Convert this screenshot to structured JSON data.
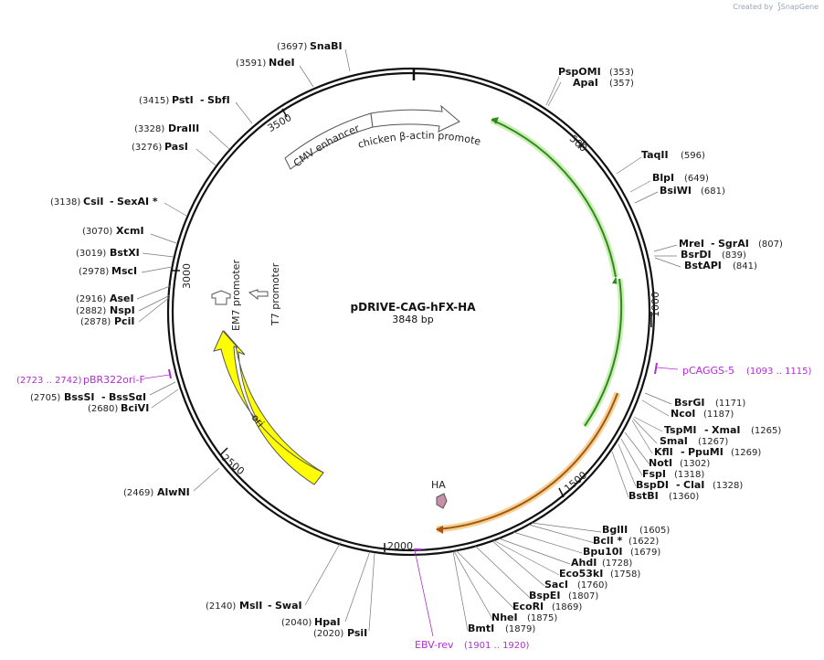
{
  "brand": {
    "prefix": "Created by",
    "name": "SnapGene"
  },
  "plasmid": {
    "name": "pDRIVE-CAG-hFX-HA",
    "size_label": "3848 bp",
    "length": 3848
  },
  "ticks": [
    "500",
    "1000",
    "1500",
    "2000",
    "2500",
    "3000",
    "3500"
  ],
  "enzymes": [
    {
      "name": "SnaBI",
      "pos": "(3697)"
    },
    {
      "name": "NdeI",
      "pos": "(3591)"
    },
    {
      "name": "PstI",
      "name2": "SbfI",
      "pos": "(3415)"
    },
    {
      "name": "DraIII",
      "pos": "(3328)"
    },
    {
      "name": "PasI",
      "pos": "(3276)"
    },
    {
      "name": "CsiI",
      "name2": "SexAI *",
      "pos": "(3138)"
    },
    {
      "name": "XcmI",
      "pos": "(3070)"
    },
    {
      "name": "BstXI",
      "pos": "(3019)"
    },
    {
      "name": "MscI",
      "pos": "(2978)"
    },
    {
      "name": "AseI",
      "pos": "(2916)"
    },
    {
      "name": "NspI",
      "pos": "(2882)"
    },
    {
      "name": "PciI",
      "pos": "(2878)"
    },
    {
      "name": "BssSI",
      "name2": "BssSαI",
      "pos": "(2705)"
    },
    {
      "name": "BciVI",
      "pos": "(2680)"
    },
    {
      "name": "AlwNI",
      "pos": "(2469)"
    },
    {
      "name": "MslI",
      "name2": "SwaI",
      "pos": "(2140)"
    },
    {
      "name": "HpaI",
      "pos": "(2040)"
    },
    {
      "name": "PsiI",
      "pos": "(2020)"
    },
    {
      "name": "PspOMI",
      "pos": "(353)"
    },
    {
      "name": "ApaI",
      "pos": "(357)"
    },
    {
      "name": "TaqII",
      "pos": "(596)"
    },
    {
      "name": "BlpI",
      "pos": "(649)"
    },
    {
      "name": "BsiWI",
      "pos": "(681)"
    },
    {
      "name": "MreI",
      "name2": "SgrAI",
      "pos": "(807)"
    },
    {
      "name": "BsrDI",
      "pos": "(839)"
    },
    {
      "name": "BstAPI",
      "pos": "(841)"
    },
    {
      "name": "BsrGI",
      "pos": "(1171)"
    },
    {
      "name": "NcoI",
      "pos": "(1187)"
    },
    {
      "name": "TspMI",
      "name2": "XmaI",
      "pos": "(1265)"
    },
    {
      "name": "SmaI",
      "pos": "(1267)"
    },
    {
      "name": "KflI",
      "name2": "PpuMI",
      "pos": "(1269)"
    },
    {
      "name": "NotI",
      "pos": "(1302)"
    },
    {
      "name": "FspI",
      "pos": "(1318)"
    },
    {
      "name": "BspDI",
      "name2": "ClaI",
      "pos": "(1328)"
    },
    {
      "name": "BstBI",
      "pos": "(1360)"
    },
    {
      "name": "BglII",
      "pos": "(1605)"
    },
    {
      "name": "BclI *",
      "pos": "(1622)"
    },
    {
      "name": "Bpu10I",
      "pos": "(1679)"
    },
    {
      "name": "AhdI",
      "pos": "(1728)"
    },
    {
      "name": "Eco53kI",
      "pos": "(1758)"
    },
    {
      "name": "SacI",
      "pos": "(1760)"
    },
    {
      "name": "BspEI",
      "pos": "(1807)"
    },
    {
      "name": "EcoRI",
      "pos": "(1869)"
    },
    {
      "name": "NheI",
      "pos": "(1875)"
    },
    {
      "name": "BmtI",
      "pos": "(1879)"
    }
  ],
  "primers": [
    {
      "name": "pCAGGS-5",
      "pos": "(1093 .. 1115)"
    },
    {
      "name": "pBR322ori-F",
      "pos": "(2723 .. 2742)"
    },
    {
      "name": "EBV-rev",
      "pos": "(1901 .. 1920)"
    }
  ],
  "features": [
    {
      "name": "CMV enhancer",
      "color": "#ffffff"
    },
    {
      "name": "chicken β-actin promoter",
      "color": "#ffffff"
    },
    {
      "name": "EM7 promoter",
      "color": "#ffffff"
    },
    {
      "name": "T7 promoter",
      "color": "#ffffff"
    },
    {
      "name": "ori",
      "color": "#ffff00"
    },
    {
      "name": "HA",
      "color": "#c68ea8"
    }
  ],
  "colors": {
    "primer": "#b02fd0",
    "green_feature": "#2e8b1a",
    "orange_feature": "#a8550f",
    "ori": "#ffff00"
  }
}
